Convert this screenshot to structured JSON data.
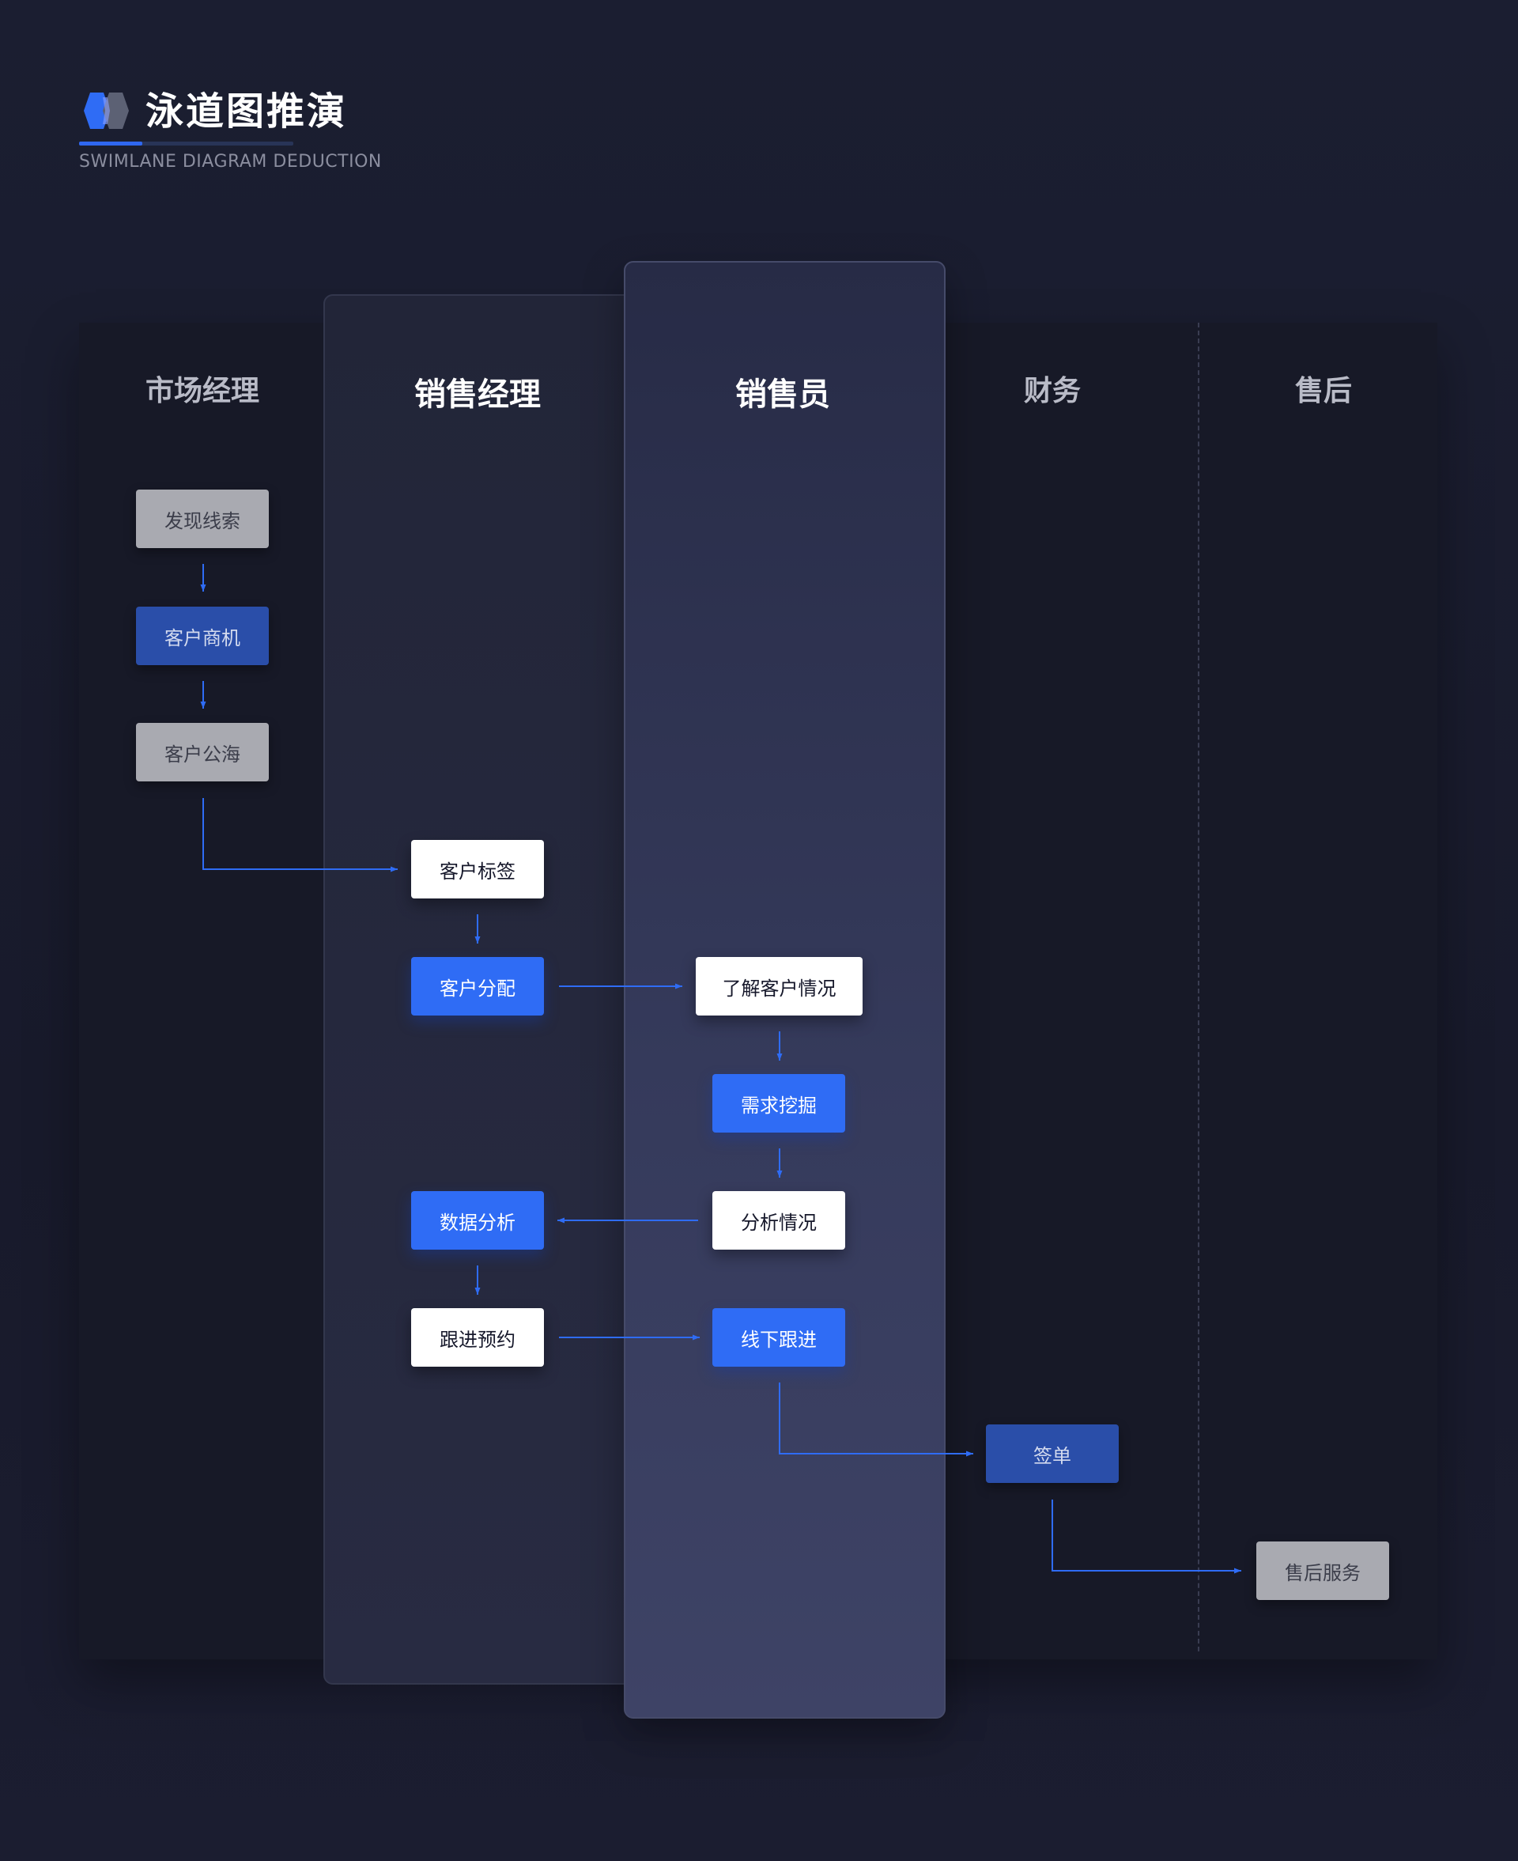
{
  "header": {
    "title": "泳道图推演",
    "subtitle": "SWIMLANE DIAGRAM DEDUCTION"
  },
  "lanes": [
    {
      "label": "市场经理",
      "emphasis": "dim"
    },
    {
      "label": "销售经理",
      "emphasis": "bright"
    },
    {
      "label": "销售员",
      "emphasis": "bright"
    },
    {
      "label": "财务",
      "emphasis": "dim"
    },
    {
      "label": "售后",
      "emphasis": "dim"
    }
  ],
  "nodes": [
    {
      "id": "faxian",
      "label": "发现线索",
      "lane": "市场经理",
      "style": "gray"
    },
    {
      "id": "shangji",
      "label": "客户商机",
      "lane": "市场经理",
      "style": "navy"
    },
    {
      "id": "gonghai",
      "label": "客户公海",
      "lane": "市场经理",
      "style": "gray"
    },
    {
      "id": "biaoqian",
      "label": "客户标签",
      "lane": "销售经理",
      "style": "white"
    },
    {
      "id": "fenpei",
      "label": "客户分配",
      "lane": "销售经理",
      "style": "blue"
    },
    {
      "id": "shuju",
      "label": "数据分析",
      "lane": "销售经理",
      "style": "blue"
    },
    {
      "id": "yuyue",
      "label": "跟进预约",
      "lane": "销售经理",
      "style": "white"
    },
    {
      "id": "liaojie",
      "label": "了解客户情况",
      "lane": "销售员",
      "style": "white"
    },
    {
      "id": "xuqiu",
      "label": "需求挖掘",
      "lane": "销售员",
      "style": "blue"
    },
    {
      "id": "fenxi",
      "label": "分析情况",
      "lane": "销售员",
      "style": "white"
    },
    {
      "id": "xianxia",
      "label": "线下跟进",
      "lane": "销售员",
      "style": "blue"
    },
    {
      "id": "qiandan",
      "label": "签单",
      "lane": "财务",
      "style": "navy"
    },
    {
      "id": "shouhou",
      "label": "售后服务",
      "lane": "售后",
      "style": "gray"
    }
  ],
  "edges": [
    [
      "faxian",
      "shangji"
    ],
    [
      "shangji",
      "gonghai"
    ],
    [
      "gonghai",
      "biaoqian"
    ],
    [
      "biaoqian",
      "fenpei"
    ],
    [
      "fenpei",
      "liaojie"
    ],
    [
      "liaojie",
      "xuqiu"
    ],
    [
      "xuqiu",
      "fenxi"
    ],
    [
      "fenxi",
      "shuju"
    ],
    [
      "shuju",
      "yuyue"
    ],
    [
      "yuyue",
      "xianxia"
    ],
    [
      "xianxia",
      "qiandan"
    ],
    [
      "qiandan",
      "shouhou"
    ]
  ],
  "colors": {
    "accent": "#2f6cf5",
    "connector": "#2f6cf5",
    "background": "#1a1c2e"
  }
}
